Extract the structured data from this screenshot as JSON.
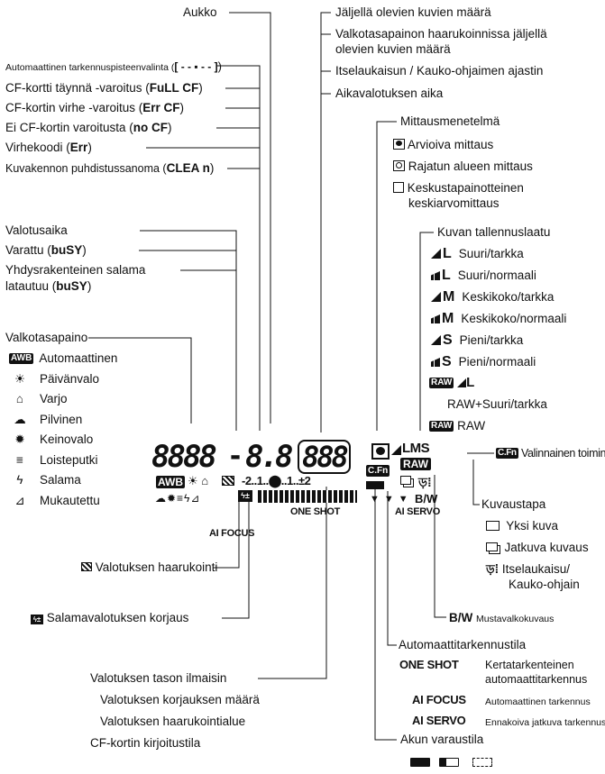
{
  "top": {
    "aukko": "Aukko",
    "remaining_shots": "Jäljellä olevien kuvien määrä",
    "wb_bracket_remaining_1": "Valkotasapainon haarukoinnissa jäljellä",
    "wb_bracket_remaining_2": "olevien kuvien määrä",
    "self_timer": "Itselaukaisun / Kauko-ohjaimen ajastin",
    "bulb_time": "Aikavalotuksen aika"
  },
  "left_block1": {
    "af_point": "Automaattinen tarkennuspisteenvalinta (",
    "af_point_sym": "[ - - ▪ - - ]",
    "af_point_end": ")",
    "cf_full": "CF-kortti täynnä -varoitus (",
    "cf_full_code": "FuLL CF",
    "cf_err": "CF-kortin virhe -varoitus (",
    "cf_err_code": "Err CF",
    "no_cf": "Ei CF-kortin varoitusta (",
    "no_cf_code": "no CF",
    "err_code": "Virhekoodi (",
    "err_code_val": "Err",
    "clean": "Kuvakennon puhdistussanoma (",
    "clean_code": "CLEA n",
    "close": ")"
  },
  "left_block2": {
    "shutter": "Valotusaika",
    "busy": "Varattu (",
    "busy_code": "buSY",
    "flash_1": "Yhdysrakenteinen salama",
    "flash_2": "latautuu (",
    "flash_code": "buSY",
    "close": ")"
  },
  "white_balance": {
    "title": "Valkotasapaino",
    "items": [
      {
        "icon": "AWB",
        "label": "Automaattinen"
      },
      {
        "icon": "☀",
        "label": "Päivänvalo"
      },
      {
        "icon": "⌂",
        "label": "Varjo"
      },
      {
        "icon": "☁",
        "label": "Pilvinen"
      },
      {
        "icon": "✹",
        "label": "Keinovalo"
      },
      {
        "icon": "≡",
        "label": "Loisteputki"
      },
      {
        "icon": "ϟ",
        "label": "Salama"
      },
      {
        "icon": "⊿",
        "label": "Mukautettu"
      }
    ]
  },
  "metering": {
    "title": "Mittausmenetelmä",
    "items": [
      "Arvioiva mittaus",
      "Rajatun alueen mittaus",
      "Keskustapainotteinen",
      "keskiarvomittaus"
    ]
  },
  "quality": {
    "title": "Kuvan tallennuslaatu",
    "items": [
      {
        "sym": "L",
        "label": "Suuri/tarkka"
      },
      {
        "sym": "L",
        "label": "Suuri/normaali"
      },
      {
        "sym": "M",
        "label": "Keskikoko/tarkka"
      },
      {
        "sym": "M",
        "label": "Keskikoko/normaali"
      },
      {
        "sym": "S",
        "label": "Pieni/tarkka"
      },
      {
        "sym": "S",
        "label": "Pieni/normaali"
      }
    ],
    "raw_l_sym": "L",
    "raw_l_label": "RAW+Suuri/tarkka",
    "raw_label": "RAW",
    "raw_badge": "RAW"
  },
  "custom_function": {
    "badge": "C.Fn",
    "label": "Valinnainen toiminto"
  },
  "drive": {
    "title": "Kuvaustapa",
    "single": "Yksi kuva",
    "continuous": "Jatkuva kuvaus",
    "selftimer_1": "Itselaukaisu/",
    "selftimer_2": "Kauko-ohjain"
  },
  "bw": {
    "sym": "B/W",
    "label": "Mustavalkokuvaus"
  },
  "af_mode": {
    "title": "Automaattitarkennustila",
    "one_shot": "ONE SHOT",
    "one_shot_desc_1": "Kertatarkenteinen",
    "one_shot_desc_2": "automaattitarkennus",
    "ai_focus": "AI FOCUS",
    "ai_focus_desc": "Automaattinen tarkennus",
    "ai_servo": "AI SERVO",
    "ai_servo_desc": "Ennakoiva jatkuva tarkennus"
  },
  "battery": {
    "label": "Akun varaustila"
  },
  "bottom_left": {
    "bracketing": "Valotuksen haarukointi",
    "flash_comp": "Salamavalotuksen korjaus",
    "level_1": "Valotuksen tason ilmaisin",
    "level_2": "Valotuksen korjauksen määrä",
    "level_3": "Valotuksen haarukointialue",
    "level_4": "CF-kortin kirjoitustila"
  },
  "lcd": {
    "shutter": "8888",
    "dash": "-",
    "aperture": "8.8",
    "shots": "888",
    "scale": "-2..1..⬤..1..±2",
    "awb": "AWB",
    "lms": "LMS",
    "raw": "RAW",
    "cfn": "C.Fn",
    "bw": "B/W",
    "one_shot": "ONE SHOT",
    "ai_servo": "AI SERVO",
    "ai_focus": "AI FOCUS"
  }
}
